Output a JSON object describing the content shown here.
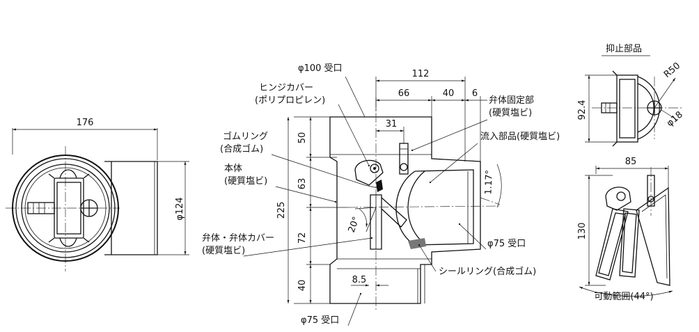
{
  "views": {
    "side": {
      "dim_width": "176",
      "dim_height": "φ124"
    },
    "section": {
      "dim_112": "112",
      "dim_66": "66",
      "dim_40": "40",
      "dim_6": "6",
      "dim_31": "31",
      "dim_225": "225",
      "dim_50": "50",
      "dim_63": "63",
      "dim_72": "72",
      "dim_40v": "40",
      "dim_8_5": "8.5",
      "angle_20": "20°",
      "angle_1_17": "1.17°",
      "labels": {
        "inlet_100": "φ100 受口",
        "hinge_cover": "ヒンジカバー",
        "hinge_cover_mat": "(ポリプロピレン)",
        "rubber_ring": "ゴムリング",
        "rubber_ring_mat": "(合成ゴム)",
        "body": "本体",
        "body_mat": "(硬質塩ビ)",
        "valve": "弁体・弁体カバー",
        "valve_mat": "(硬質塩ビ)",
        "valve_fix": "弁体固定部",
        "valve_fix_mat": "(硬質塩ビ)",
        "inflow": "流入部品(硬質塩ビ)",
        "inlet_75_right": "φ75 受口",
        "seal_ring": "シールリング(合成ゴム)",
        "inlet_75_bottom": "φ75 受口"
      }
    },
    "parts": {
      "title": "抑止部品",
      "dim_r50": "R50",
      "dim_92_4": "92.4",
      "dim_phi18": "φ18",
      "dim_85": "85",
      "dim_130": "130",
      "range_label": "可動範囲(44°)"
    }
  }
}
